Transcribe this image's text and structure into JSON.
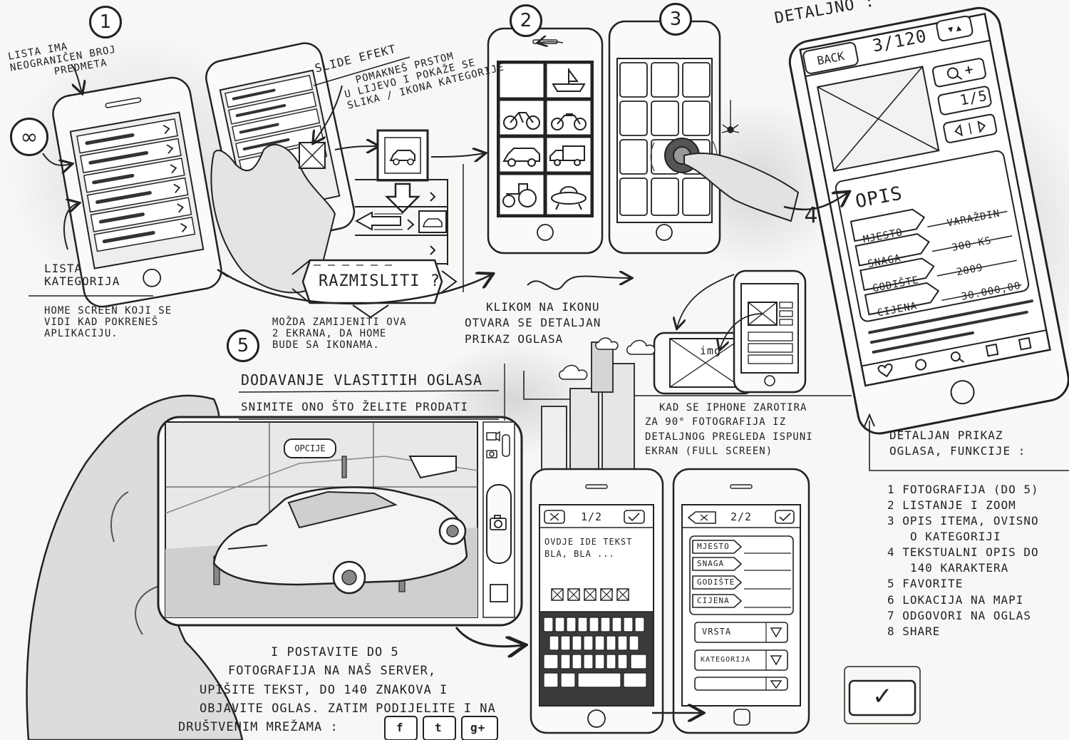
{
  "steps": [
    "1",
    "2",
    "3",
    "4",
    "5"
  ],
  "section1": {
    "infinity": "∞",
    "unlimited_note": [
      "LISTA IMA",
      "NEOGRANIČEN BROJ",
      "PREDMETA"
    ],
    "slide_title": "SLIDE EFEKT",
    "slide_note": [
      "POMAKNEŠ PRSTOM",
      "U LIJEVO I POKAŽE SE",
      "SLIKA / IKONA KATEGORIJE"
    ],
    "category_list_label": [
      "LISTA",
      "KATEGORIJA"
    ],
    "home_note": [
      "HOME SCREEN KOJI SE",
      "VIDI KAD POKRENEŠ",
      "APLIKACIJU."
    ]
  },
  "section_think": {
    "banner": "RAZMISLITI ?",
    "note": [
      "MOŽDA ZAMIJENITI OVA",
      "2 EKRANA, DA HOME",
      "BUDE SA IKONAMA."
    ]
  },
  "section2": {
    "icons": [
      "ship-icon",
      "bicycle-icon",
      "motorcycle-icon",
      "car-icon",
      "truck-icon",
      "tractor-icon",
      "ufo-icon"
    ],
    "click_note": [
      "KLIKOM NA IKONU",
      "OTVARA SE DETALJAN",
      "PRIKAZ OGLASA"
    ]
  },
  "section4": {
    "header": "DETALJNO :",
    "back": "BACK",
    "counter": "3/120",
    "photo_counter": "1/5",
    "opis": "OPIS",
    "fields": [
      {
        "label": "MJESTO",
        "value": "VARAŽDIN"
      },
      {
        "label": "SNAGA",
        "value": "300 KS"
      },
      {
        "label": "GODIŠTE",
        "value": "2009"
      },
      {
        "label": "CIJENA",
        "value": "30.000,00"
      }
    ],
    "functions_title": [
      "DETALJAN PRIKAZ",
      "OGLASA, FUNKCIJE :"
    ],
    "functions": [
      "1 FOTOGRAFIJA (DO 5)",
      "2 LISTANJE I ZOOM",
      "3 OPIS ITEMA, OVISNO",
      "O KATEGORIJI",
      "4 TEKSTUALNI OPIS DO",
      "140 KARAKTERA",
      "5 FAVORITE",
      "6 LOKACIJA NA MAPI",
      "7 ODGOVORI NA OGLAS",
      "8 SHARE"
    ]
  },
  "rotate": {
    "img_label": "img",
    "note": [
      "KAD SE IPHONE ZAROTIRA",
      "ZA 90° FOTOGRAFIJA IZ",
      "DETALJNOG PREGLEDA ISPUNI",
      "EKRAN (FULL SCREEN)"
    ]
  },
  "section5": {
    "title": "DODAVANJE VLASTITIH OGLASA",
    "subtitle": "SNIMITE ONO ŠTO ŽELITE PRODATI",
    "options": "OPCIJE",
    "bottom_note": [
      "I POSTAVITE DO 5",
      "FOTOGRAFIJA NA NAŠ SERVER,",
      "UPIŠITE TEKST, DO 140 ZNAKOVA I",
      "OBJAVITE OGLAS. ZATIM PODIJELITE I NA",
      "DRUŠTVENIM MREŽAMA :"
    ],
    "social": [
      "f",
      "t",
      "g+"
    ],
    "screen1": {
      "counter": "1/2",
      "text": [
        "OVDJE IDE TEKST",
        "BLA, BLA ..."
      ]
    },
    "screen2": {
      "counter": "2/2",
      "fields": [
        "MJESTO",
        "SNAGA",
        "GODIŠTE",
        "CIJENA"
      ],
      "selects": [
        "VRSTA",
        "KATEGORIJA"
      ]
    },
    "confirm": "✓"
  }
}
